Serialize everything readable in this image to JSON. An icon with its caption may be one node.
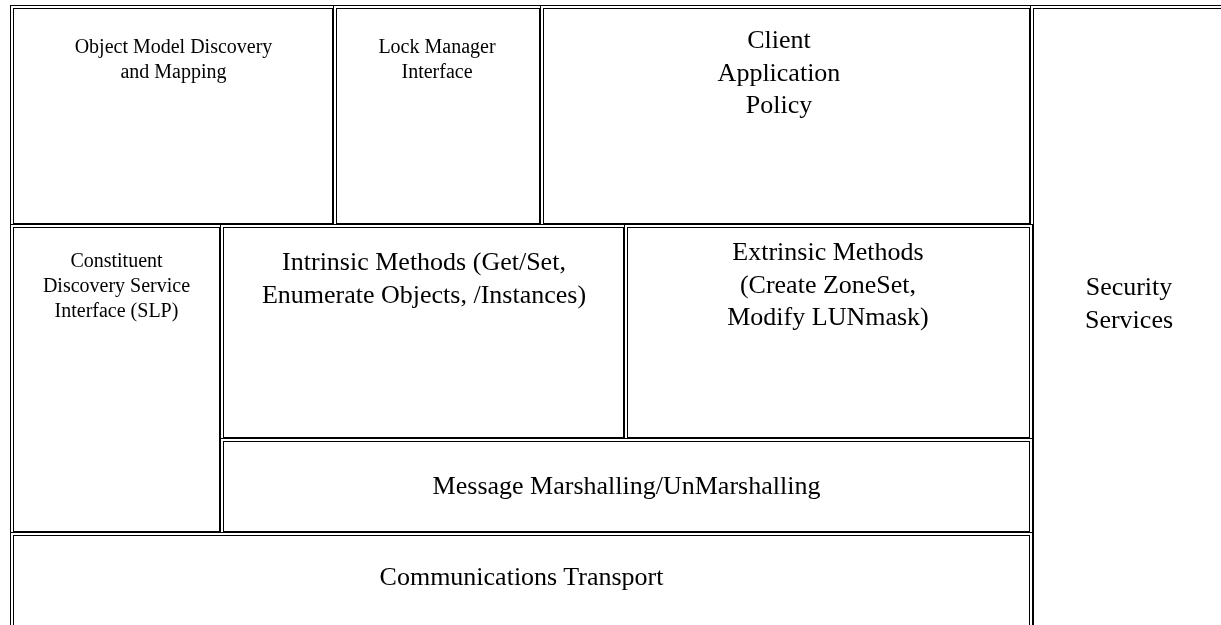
{
  "diagram": {
    "nodes": [
      {
        "text": [
          "Object Model Discovery and Mapping"
        ]
      },
      {
        "text": [
          "Lock Manager Interface"
        ]
      },
      {
        "text": [
          "Client Application Policy"
        ]
      },
      {
        "text": [
          "Security Services"
        ]
      },
      {
        "text": [
          "Constituent Discovery Service Interface (SLP)"
        ]
      },
      {
        "text": [
          "Intrinsic Methods (Get/Set, Enumerate Objects, /Instances)"
        ]
      },
      {
        "text": [
          "Extrinsic Methods (Create ZoneSet, Modify LUNmask)"
        ]
      },
      {
        "text": [
          "Message Marshalling/UnMarshalling"
        ]
      },
      {
        "text": [
          "Communications Transport"
        ]
      }
    ],
    "edges": []
  }
}
